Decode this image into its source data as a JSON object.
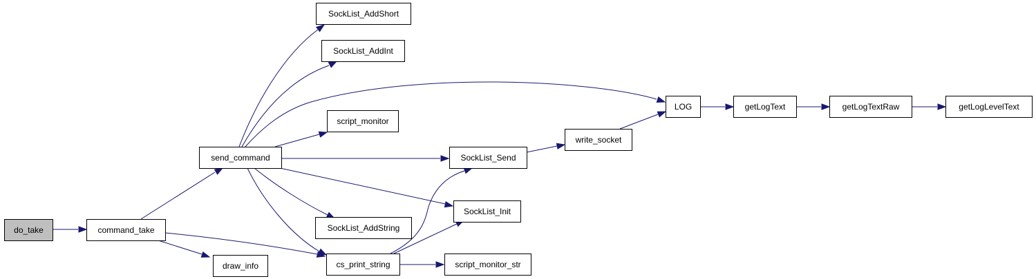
{
  "colors": {
    "edge": "#191970",
    "node_fill": "#ffffff",
    "root_fill": "#bfbfbf",
    "border": "#000000"
  },
  "nodes": [
    {
      "id": "do_take",
      "label": "do_take",
      "root": true
    },
    {
      "id": "command_take",
      "label": "command_take"
    },
    {
      "id": "send_command",
      "label": "send_command"
    },
    {
      "id": "draw_info",
      "label": "draw_info"
    },
    {
      "id": "cs_print_string",
      "label": "cs_print_string"
    },
    {
      "id": "SockList_AddShort",
      "label": "SockList_AddShort"
    },
    {
      "id": "SockList_AddInt",
      "label": "SockList_AddInt"
    },
    {
      "id": "script_monitor",
      "label": "script_monitor"
    },
    {
      "id": "SockList_AddString",
      "label": "SockList_AddString"
    },
    {
      "id": "SockList_Send",
      "label": "SockList_Send"
    },
    {
      "id": "SockList_Init",
      "label": "SockList_Init"
    },
    {
      "id": "script_monitor_str",
      "label": "script_monitor_str"
    },
    {
      "id": "write_socket",
      "label": "write_socket"
    },
    {
      "id": "LOG",
      "label": "LOG"
    },
    {
      "id": "getLogText",
      "label": "getLogText"
    },
    {
      "id": "getLogTextRaw",
      "label": "getLogTextRaw"
    },
    {
      "id": "getLogLevelText",
      "label": "getLogLevelText"
    }
  ],
  "edges": [
    {
      "from": "do_take",
      "to": "command_take"
    },
    {
      "from": "command_take",
      "to": "send_command"
    },
    {
      "from": "command_take",
      "to": "draw_info"
    },
    {
      "from": "command_take",
      "to": "cs_print_string"
    },
    {
      "from": "send_command",
      "to": "SockList_AddShort"
    },
    {
      "from": "send_command",
      "to": "SockList_AddInt"
    },
    {
      "from": "send_command",
      "to": "LOG"
    },
    {
      "from": "send_command",
      "to": "script_monitor"
    },
    {
      "from": "send_command",
      "to": "SockList_Send"
    },
    {
      "from": "send_command",
      "to": "SockList_Init"
    },
    {
      "from": "send_command",
      "to": "SockList_AddString"
    },
    {
      "from": "send_command",
      "to": "cs_print_string"
    },
    {
      "from": "cs_print_string",
      "to": "SockList_Send"
    },
    {
      "from": "cs_print_string",
      "to": "SockList_Init"
    },
    {
      "from": "cs_print_string",
      "to": "script_monitor_str"
    },
    {
      "from": "SockList_Send",
      "to": "write_socket"
    },
    {
      "from": "write_socket",
      "to": "LOG"
    },
    {
      "from": "LOG",
      "to": "getLogText"
    },
    {
      "from": "getLogText",
      "to": "getLogTextRaw"
    },
    {
      "from": "getLogTextRaw",
      "to": "getLogLevelText"
    }
  ]
}
